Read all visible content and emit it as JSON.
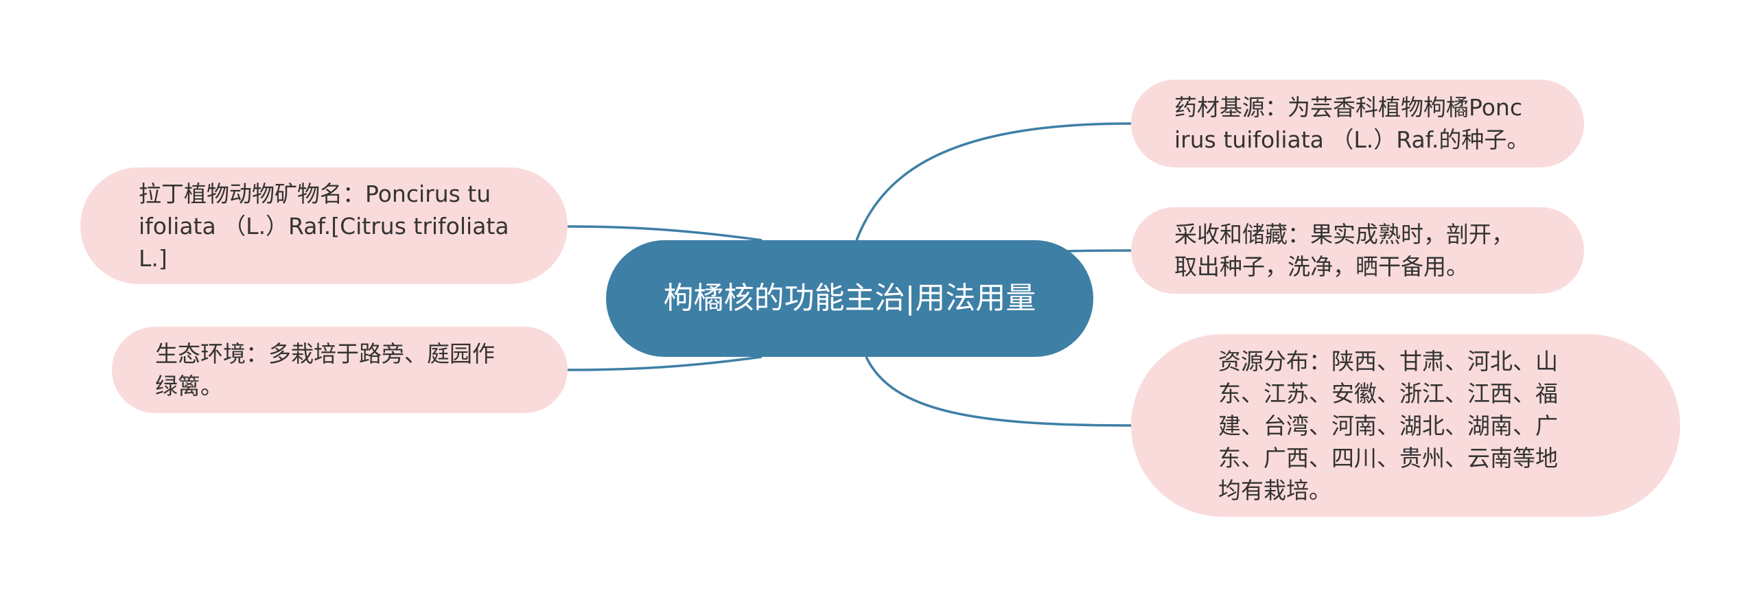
{
  "center": {
    "label": "枸橘核的功能主治|用法用量"
  },
  "right_branches": [
    {
      "id": "origin",
      "text": "药材基源：为芸香科植物枸橘Ponc\nirus tuifoliata （L.）Raf.的种子。"
    },
    {
      "id": "harvest",
      "text": "采收和储藏：果实成熟时，剖开，\n取出种子，洗净，晒干备用。"
    },
    {
      "id": "distribution",
      "text": "资源分布：陕西、甘肃、河北、山\n东、江苏、安徽、浙江、江西、福\n建、台湾、河南、湖北、湖南、广\n东、广西、四川、贵州、云南等地\n均有栽培。"
    }
  ],
  "left_branches": [
    {
      "id": "latin",
      "text": "拉丁植物动物矿物名：Poncirus tu\nifoliata （L.）Raf.[Citrus trifoliata\n L.]"
    },
    {
      "id": "habitat",
      "text": "生态环境：多栽培于路旁、庭园作\n绿篱。"
    }
  ],
  "colors": {
    "center_fill": "#3e7fa5",
    "branch_fill": "#fadbdb",
    "connector": "#3e7fa5",
    "center_text": "#ffffff",
    "branch_text": "#333333"
  }
}
